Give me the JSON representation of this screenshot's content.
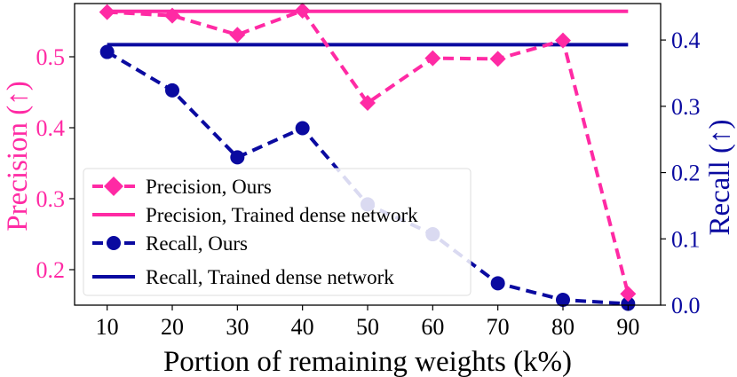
{
  "chart_data": {
    "type": "line",
    "xlabel": "Portion of remaining weights (k%)",
    "ylabel_left": "Precision (↑)",
    "ylabel_right": "Recall (↑)",
    "x": [
      10,
      20,
      30,
      40,
      50,
      60,
      70,
      80,
      90
    ],
    "xlim": [
      5,
      95
    ],
    "ylim_left": [
      0.15,
      0.575
    ],
    "ylim_right": [
      0.0,
      0.455
    ],
    "xticks": [
      "10",
      "20",
      "30",
      "40",
      "50",
      "60",
      "70",
      "80",
      "90"
    ],
    "yticks_left": [
      "0.2",
      "0.3",
      "0.4",
      "0.5"
    ],
    "yticks_right": [
      "0.0",
      "0.1",
      "0.2",
      "0.3",
      "0.4"
    ],
    "grid": false,
    "legend_position": "lower-left",
    "colors": {
      "precision": "#ff2aa4",
      "recall": "#0a0aa0"
    },
    "series": [
      {
        "name": "Precision, Ours",
        "axis": "left",
        "values": [
          0.563,
          0.558,
          0.531,
          0.565,
          0.435,
          0.498,
          0.497,
          0.523,
          0.166
        ],
        "style": "dashed",
        "marker": "diamond"
      },
      {
        "name": "Precision, Trained dense network",
        "axis": "left",
        "values": [
          0.564,
          0.564,
          0.564,
          0.564,
          0.564,
          0.564,
          0.564,
          0.564,
          0.564
        ],
        "style": "solid",
        "marker": "none"
      },
      {
        "name": "Recall, Ours",
        "axis": "right",
        "values": [
          0.382,
          0.324,
          0.223,
          0.267,
          0.152,
          0.107,
          0.033,
          0.008,
          0.002
        ],
        "style": "dashed",
        "marker": "circle"
      },
      {
        "name": "Recall, Trained dense network",
        "axis": "right",
        "values": [
          0.393,
          0.393,
          0.393,
          0.393,
          0.393,
          0.393,
          0.393,
          0.393,
          0.393
        ],
        "style": "solid",
        "marker": "none"
      }
    ]
  }
}
